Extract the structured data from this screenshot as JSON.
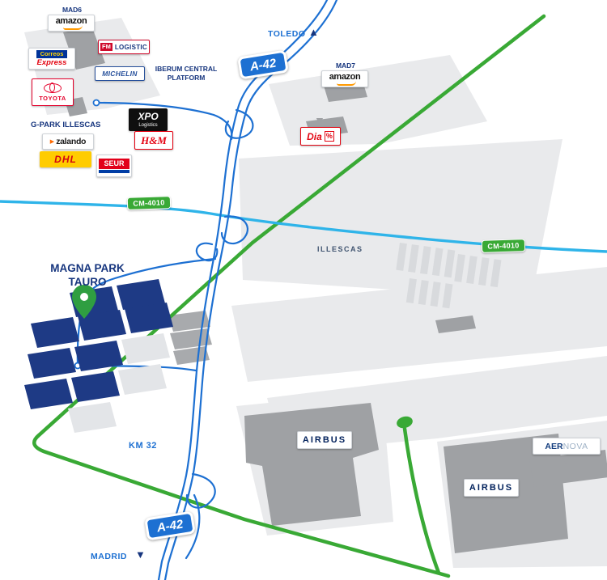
{
  "colors": {
    "navy_text": "#16357e",
    "plot_navy": "#1e3a85",
    "road_blue": "#1d70d2",
    "road_light_blue": "#2fb4e9",
    "road_green": "#39a935",
    "land_gray": "#e9eaec",
    "building_gray": "#9fa1a4",
    "dhl_yellow": "#ffcc00",
    "brand_red": "#e30613",
    "amazon_orange": "#ff9900"
  },
  "shields": {
    "a42": "A-42",
    "cm4010": "CM-4010"
  },
  "destinations": {
    "toledo": "TOLEDO",
    "madrid": "MADRID"
  },
  "labels": {
    "mad6": "MAD6",
    "mad7": "MAD7",
    "iberum_line1": "IBERUM CENTRAL",
    "iberum_line2": "PLATFORM",
    "gpark": "G-PARK ILLESCAS",
    "magna_line1": "MAGNA PARK",
    "magna_line2": "TAURO",
    "illescas": "ILLESCAS",
    "km32": "KM 32"
  },
  "logos": {
    "amazon": "amazon",
    "fm_badge": "FM",
    "fm_text": "LOGISTIC",
    "correos": "Correos",
    "express": "Express",
    "michelin": "MICHELIN",
    "toyota": "TOYOTA",
    "xpo": "XPO",
    "xpo_sub": "Logistics",
    "hm": "H&M",
    "zalando": "zalando",
    "dhl": "DHL",
    "seur": "SEUR",
    "dia": "Dia",
    "dia_pct": "%",
    "airbus": "AIRBUS",
    "aer": "AER",
    "nova": "NOVA"
  },
  "icons": {
    "triangle_up": "▲",
    "triangle_down": "▼",
    "play": "▶"
  }
}
